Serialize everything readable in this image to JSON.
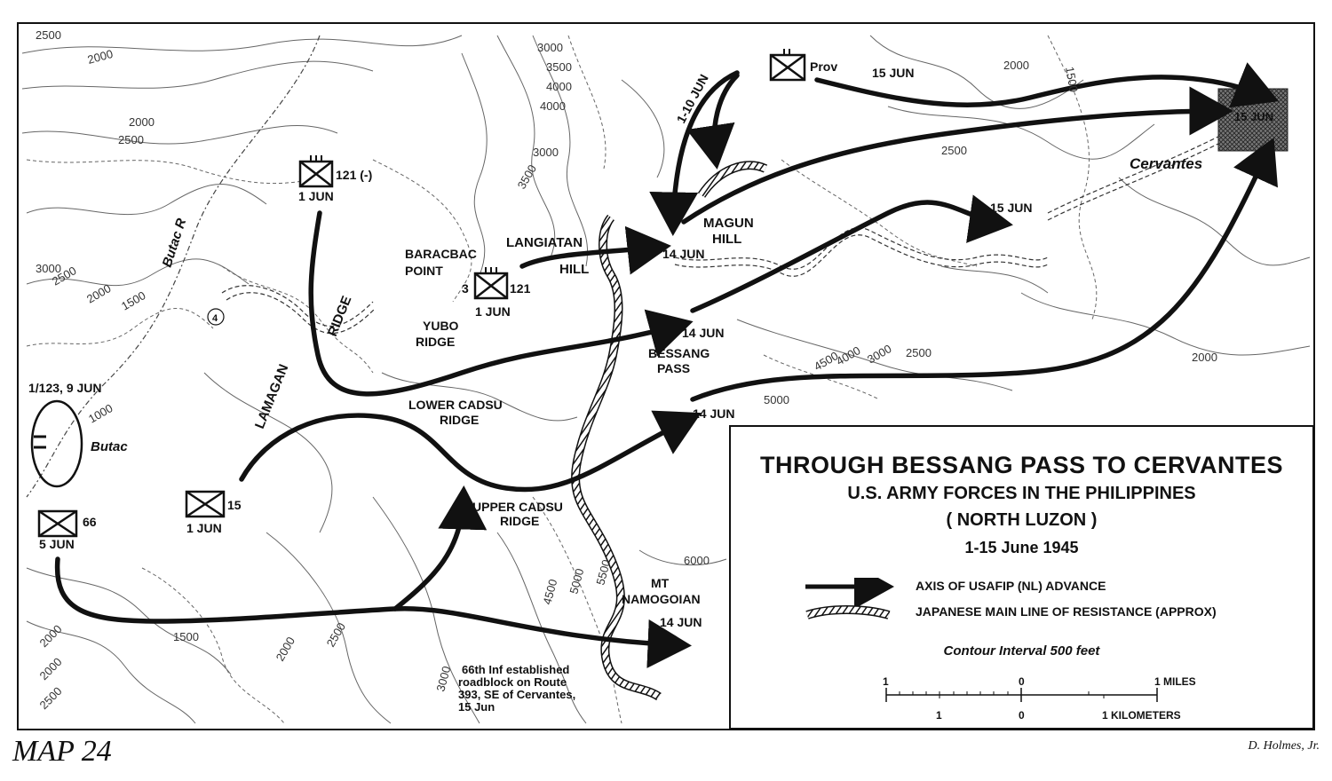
{
  "legend": {
    "title": "THROUGH BESSANG PASS TO CERVANTES",
    "subtitle1": "U.S. ARMY FORCES IN THE PHILIPPINES",
    "subtitle2": "( NORTH LUZON )",
    "dates": "1-15 June 1945",
    "key_advance": "AXIS OF USAFIP (NL) ADVANCE",
    "key_resistance": "JAPANESE MAIN LINE OF RESISTANCE (APPROX)",
    "contour_interval": "Contour Interval 500 feet",
    "scale_miles": [
      "1",
      "0",
      "1 MILES"
    ],
    "scale_km": [
      "1",
      "0",
      "1 KILOMETERS"
    ]
  },
  "map_number": "MAP 24",
  "credit": "D. Holmes, Jr.",
  "places": {
    "cervantes": "Cervantes",
    "cervantes_date": "15 JUN",
    "butac": "Butac",
    "butac_river": "Butac R",
    "baracbac": "BARACBAC",
    "point": "POINT",
    "langiatan": "LANGIATAN",
    "hill": "HILL",
    "magun": "MAGUN",
    "magun_hill": "HILL",
    "yubo": "YUBO",
    "yubo_ridge": "RIDGE",
    "bessang": "BESSANG",
    "pass": "PASS",
    "lower_cadsu": "LOWER CADSU",
    "lower_cadsu_ridge": "RIDGE",
    "upper_cadsu": "UPPER CADSU",
    "upper_cadsu_ridge": "RIDGE",
    "lamagan": "LAMAGAN",
    "ridge": "RIDGE",
    "mt": "MT",
    "namogoian": "NAMOGOIAN",
    "route": "4"
  },
  "units": {
    "u121": "121 (-)",
    "u121_date": "1 JUN",
    "u3_121_left": "3",
    "u3_121_right": "121",
    "u3_121_date": "1 JUN",
    "prov": "Prov",
    "u15": "15",
    "u15_date": "1 JUN",
    "u66": "66",
    "u66_date": "5 JUN",
    "u123": "1/123, 9 JUN"
  },
  "dates": {
    "d1_10": "1-10 JUN",
    "d15_top": "15 JUN",
    "d15_right": "15 JUN",
    "d14_magun": "14 JUN",
    "d14_bessang": "14 JUN",
    "d14_lower": "14 JUN",
    "d14_south": "14 JUN"
  },
  "note": [
    "66th Inf established",
    "roadblock on Route",
    "393, SE of Cervantes,",
    "15 Jun"
  ],
  "contours": [
    "2500",
    "2000",
    "3000",
    "3500",
    "4000",
    "4000",
    "2000",
    "2500",
    "3500",
    "3000",
    "2500",
    "2000",
    "1500",
    "1000",
    "2000",
    "2500",
    "4500",
    "4000",
    "3000",
    "2500",
    "2000",
    "5000",
    "2000",
    "1500",
    "2000",
    "2500",
    "3000",
    "4500",
    "5000",
    "5500",
    "6000",
    "2000",
    "2500",
    "1500",
    "3000"
  ]
}
